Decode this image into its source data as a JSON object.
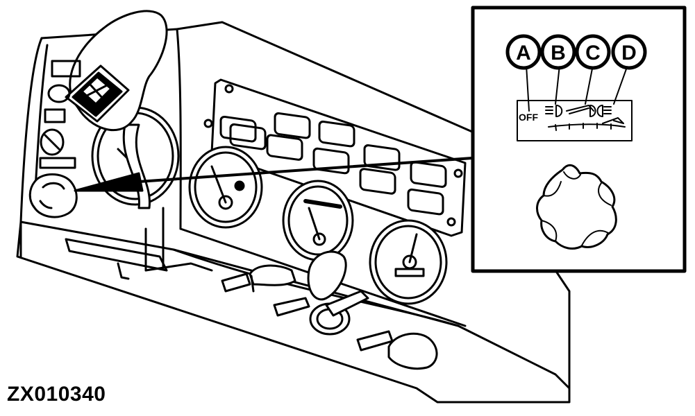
{
  "figure": {
    "caption": "ZX010340"
  },
  "callouts": [
    {
      "letter": "A",
      "label": "OFF"
    },
    {
      "letter": "B",
      "label": ""
    },
    {
      "letter": "C",
      "label": ""
    },
    {
      "letter": "D",
      "label": ""
    }
  ],
  "icons": {
    "b": "parking-light-icon",
    "c": "low-beam-icon",
    "d": "high-beam-icon"
  },
  "colors": {
    "line": "#000000",
    "fill": "#ffffff"
  }
}
